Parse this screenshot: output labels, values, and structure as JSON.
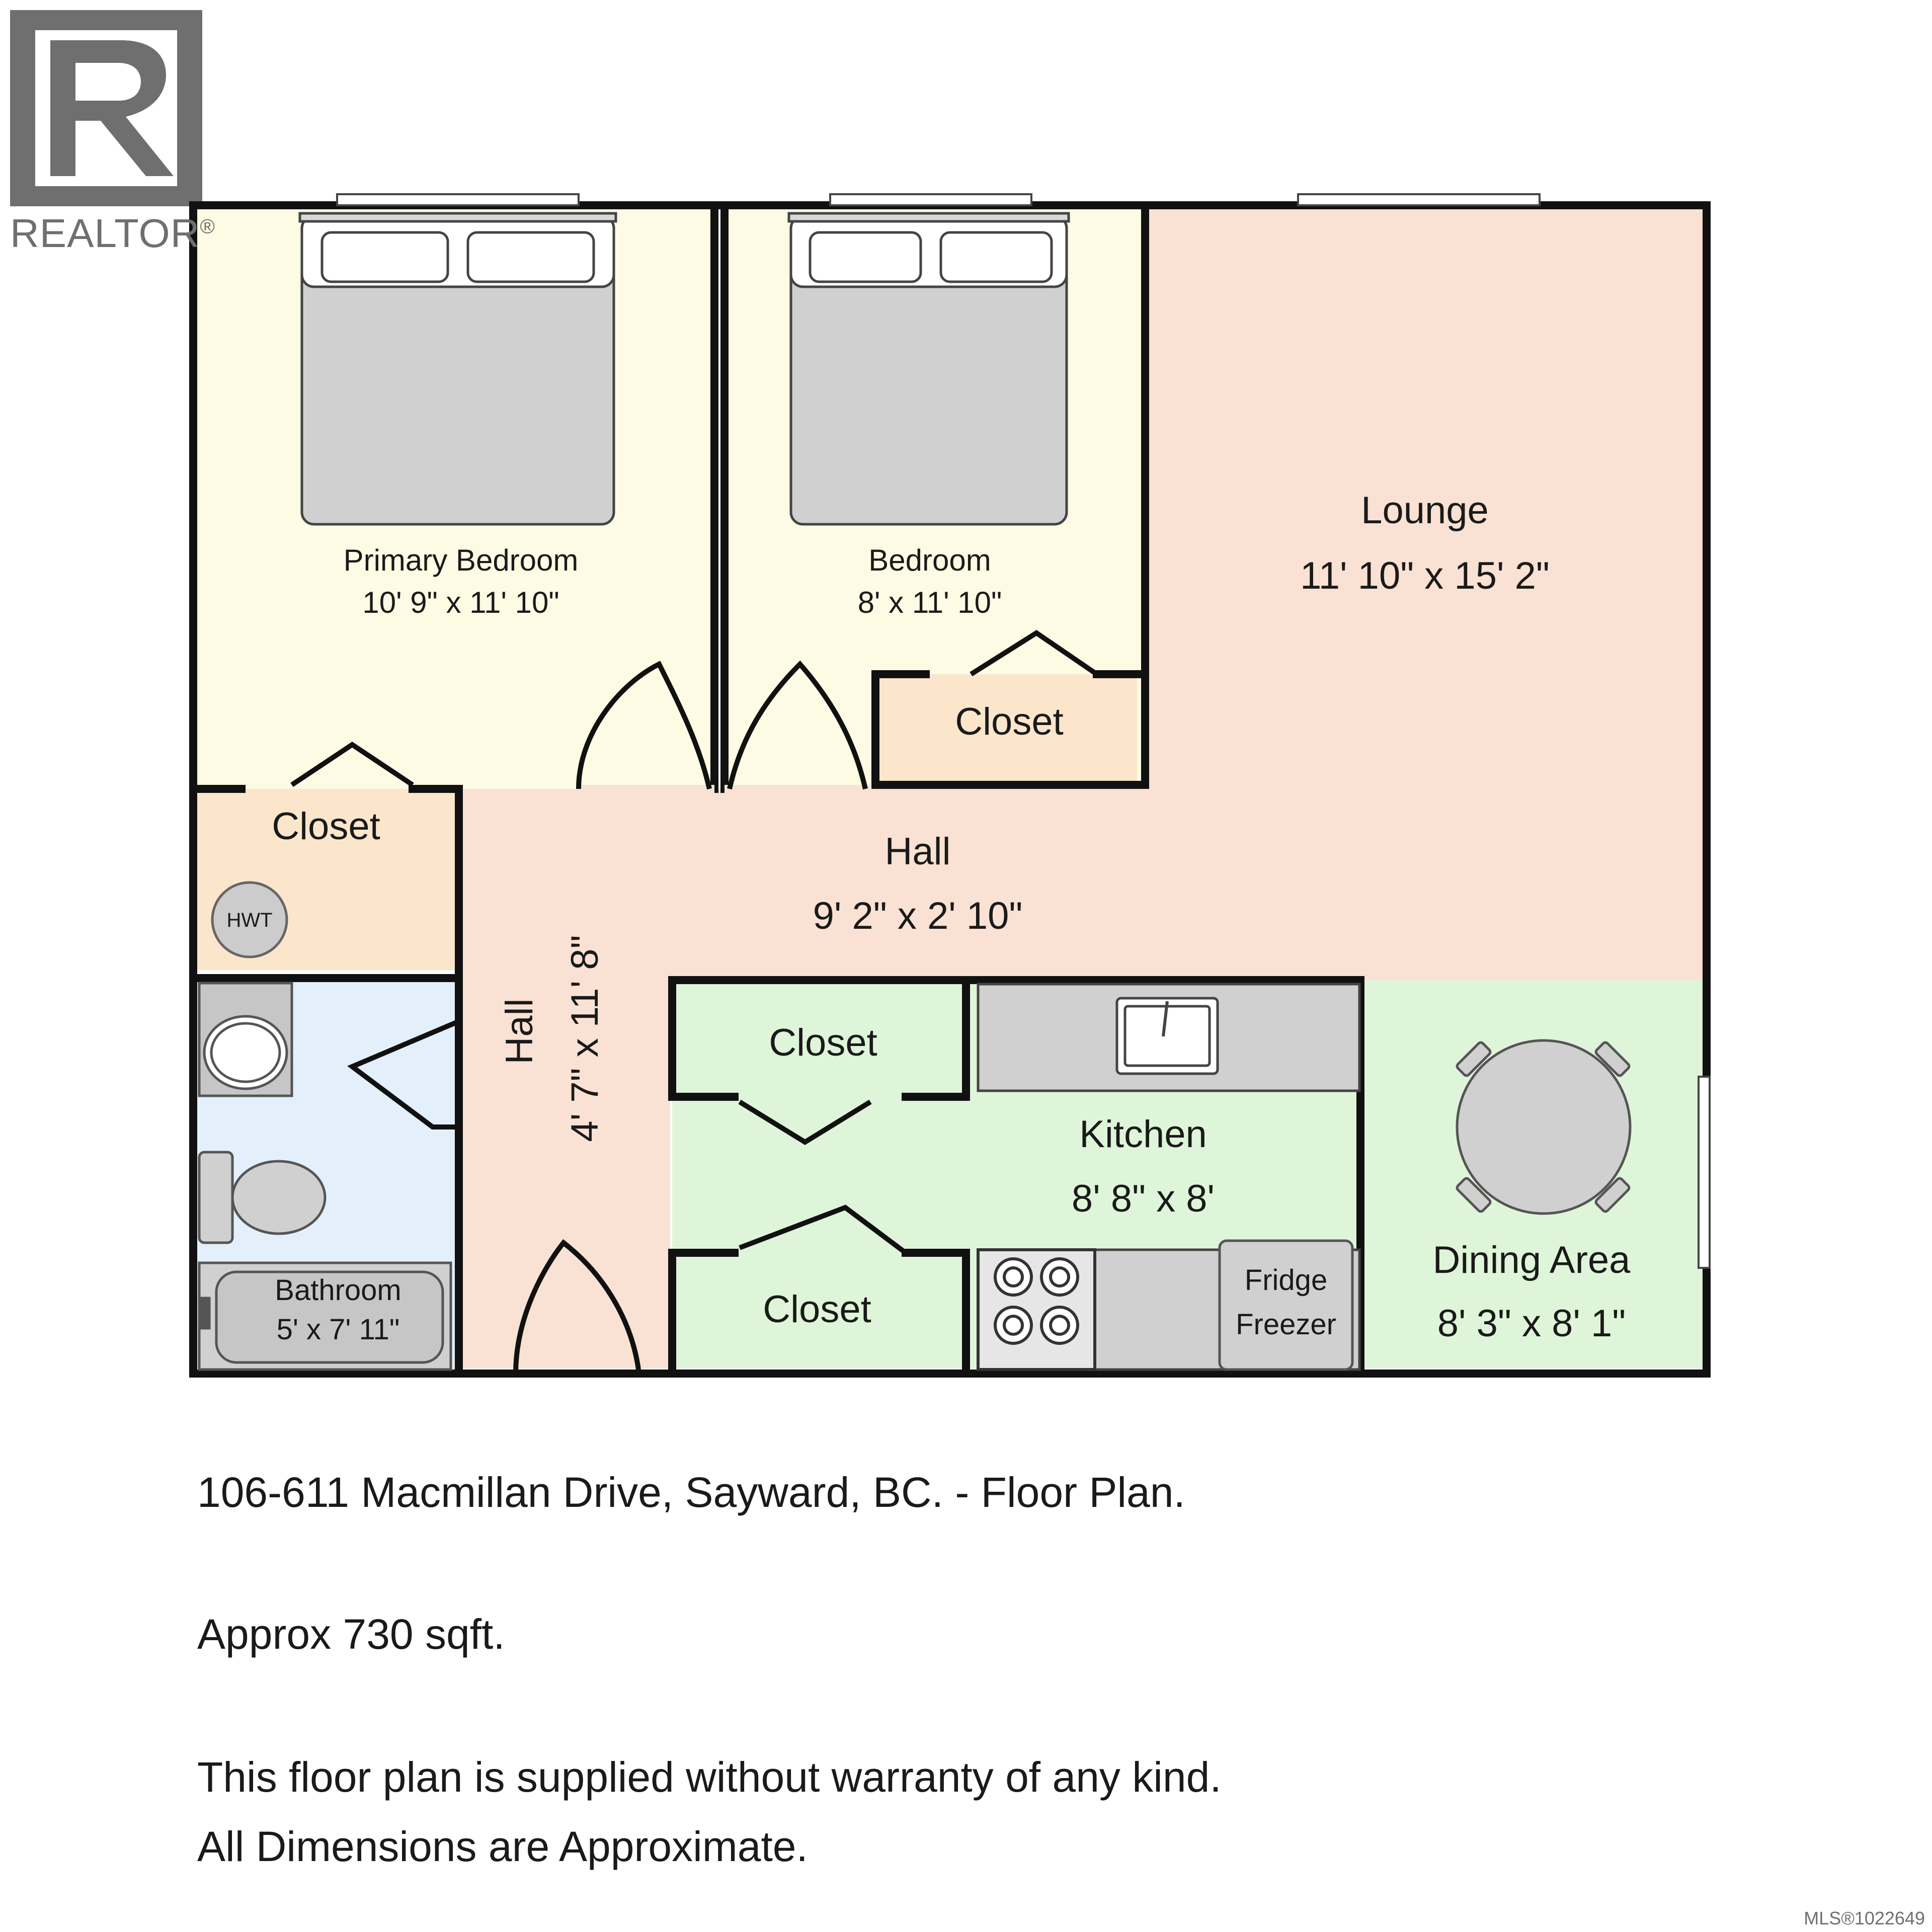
{
  "logo": {
    "text": "REALTOR",
    "mark": "R",
    "reg": "®",
    "color": "#6f6f6f"
  },
  "rooms": {
    "primary_bedroom": {
      "name": "Primary Bedroom",
      "dims": "10' 9\" x 11' 10\"",
      "color": "#fdfbe3"
    },
    "bedroom": {
      "name": "Bedroom",
      "dims": "8' x 11' 10\"",
      "color": "#fdfbe3"
    },
    "lounge": {
      "name": "Lounge",
      "dims": "11' 10\" x 15' 2\"",
      "color": "#f9e1d3"
    },
    "closet_bed2": {
      "name": "Closet",
      "color": "#fbe6cc"
    },
    "closet_primary": {
      "name": "Closet",
      "color": "#fbe6cc"
    },
    "hwt": {
      "name": "HWT"
    },
    "hall_main": {
      "name": "Hall",
      "dims": "9' 2\" x 2' 10\"",
      "color": "#f9e1d3"
    },
    "hall_vertical": {
      "name": "Hall",
      "dims": "4' 7\" x 11' 8\""
    },
    "closet_kitchen_top": {
      "name": "Closet",
      "color": "#dff5d9"
    },
    "closet_kitchen_bottom": {
      "name": "Closet"
    },
    "kitchen": {
      "name": "Kitchen",
      "dims": "8' 8\" x 8'",
      "color": "#dff5d9"
    },
    "fridge": {
      "line1": "Fridge",
      "line2": "Freezer"
    },
    "dining": {
      "name": "Dining Area",
      "dims": "8' 3\" x 8' 1\""
    },
    "bathroom": {
      "name": "Bathroom",
      "dims": "5' x 7' 11\"",
      "color": "#e3f0fb"
    }
  },
  "captions": {
    "address": "106-611 Macmillan Drive, Sayward, BC. - Floor Plan.",
    "area": "Approx 730 sqft.",
    "disclaimer1": "This floor plan is supplied without warranty of any kind.",
    "disclaimer2": "All Dimensions are Approximate."
  },
  "mls": "MLS®1022649"
}
